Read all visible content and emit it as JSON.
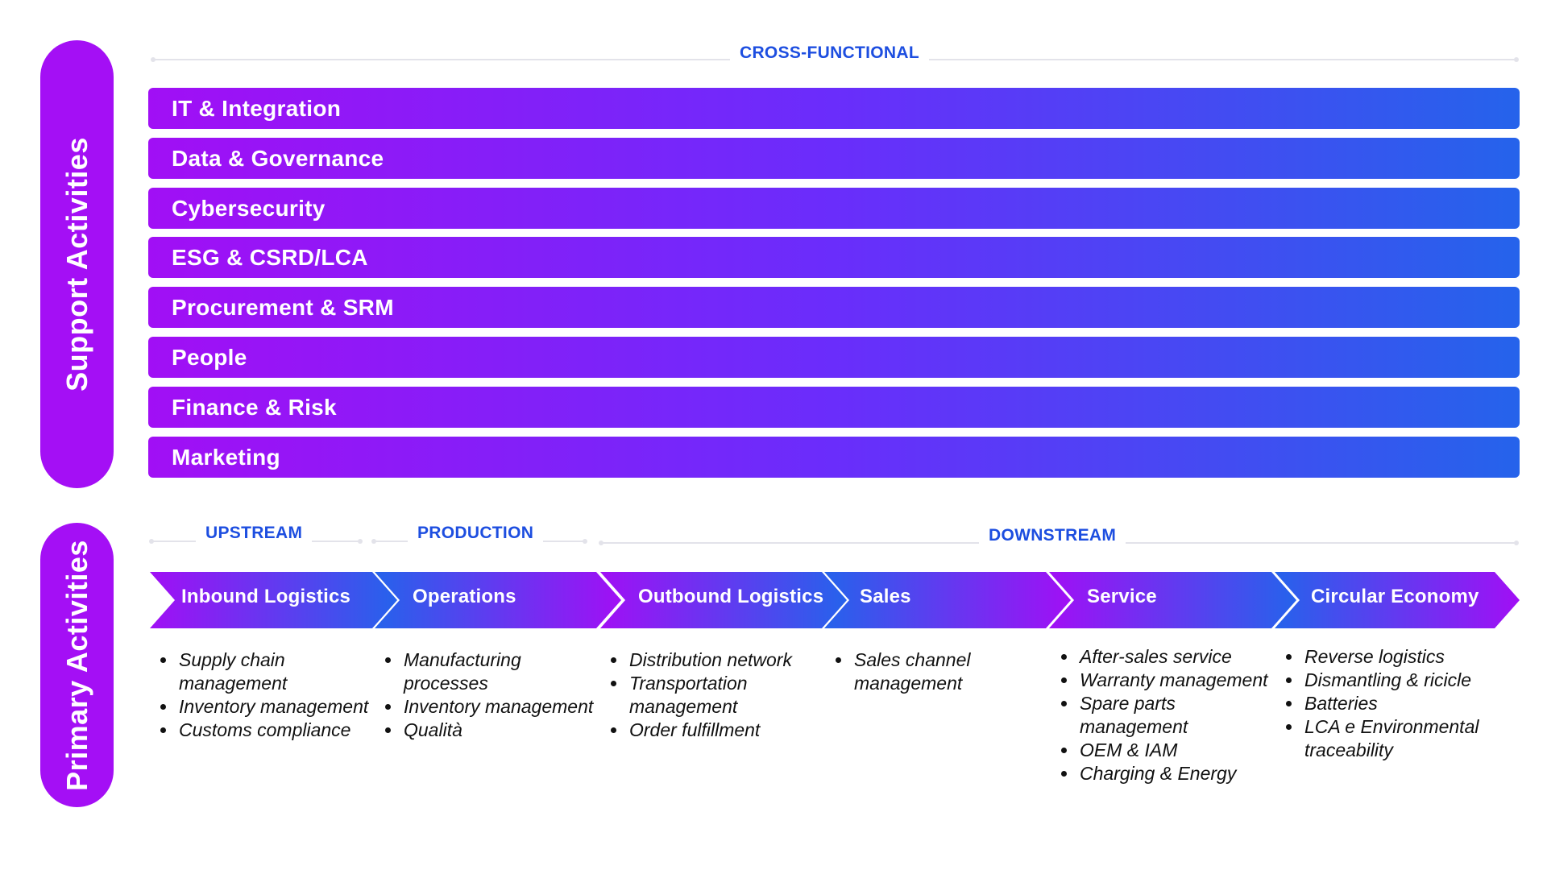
{
  "support": {
    "side_label": "Support Activities",
    "section_label": "CROSS-FUNCTIONAL",
    "bars": [
      "IT & Integration",
      "Data & Governance",
      "Cybersecurity",
      "ESG & CSRD/LCA",
      "Procurement & SRM",
      "People",
      "Finance & Risk",
      "Marketing"
    ]
  },
  "primary": {
    "side_label": "Primary Activities",
    "sections": {
      "upstream": "UPSTREAM",
      "production": "PRODUCTION",
      "downstream": "DOWNSTREAM"
    },
    "stages": [
      {
        "name": "Inbound Logistics",
        "items": [
          "Supply chain management",
          "Inventory management",
          "Customs compliance"
        ]
      },
      {
        "name": "Operations",
        "items": [
          "Manufacturing processes",
          "Inventory management",
          "Qualità"
        ]
      },
      {
        "name": "Outbound Logistics",
        "items": [
          "Distribution network",
          "Transportation management",
          "Order fulfillment"
        ]
      },
      {
        "name": "Sales",
        "items": [
          "Sales channel management"
        ]
      },
      {
        "name": "Service",
        "items": [
          "After-sales service",
          "Warranty management",
          "Spare parts management",
          "OEM & IAM",
          "Charging & Energy"
        ]
      },
      {
        "name": "Circular Economy",
        "items": [
          "Reverse logistics",
          "Dismantling & ricicle",
          "Batteries",
          "LCA e Environmental traceability"
        ]
      }
    ]
  },
  "colors": {
    "purple": "#a40ff5",
    "violet": "#6a2dfb",
    "blue": "#2563eb",
    "label_blue": "#1d4ee0"
  }
}
